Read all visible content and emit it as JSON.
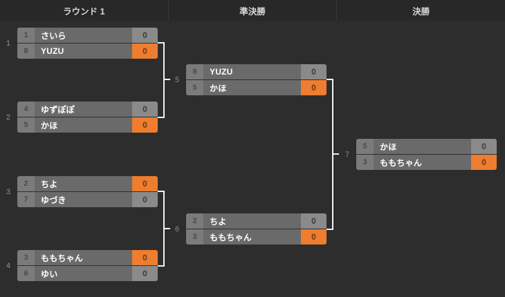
{
  "header": {
    "columns": [
      {
        "label": "ラウンド 1"
      },
      {
        "label": "準決勝"
      },
      {
        "label": "決勝"
      }
    ]
  },
  "colors": {
    "page_bg": "#2d2d2d",
    "header_bg": "#282828",
    "header_text": "#d9d9d9",
    "row_bg": "#6a6a6a",
    "seed_bg": "#7b7b7b",
    "score_bg": "#8a8a8a",
    "win_bg": "#ee7d2f",
    "win_text": "#6b3a10",
    "connector": "#f2f2f2",
    "match_label": "#8f8f8f"
  },
  "matches": [
    {
      "id": "1",
      "round": "ラウンド 1",
      "players": [
        {
          "seed": "1",
          "name": "さいら",
          "score": "0",
          "winner": false
        },
        {
          "seed": "8",
          "name": "YUZU",
          "score": "0",
          "winner": true
        }
      ]
    },
    {
      "id": "2",
      "round": "ラウンド 1",
      "players": [
        {
          "seed": "4",
          "name": "ゆずぽぽ",
          "score": "0",
          "winner": false
        },
        {
          "seed": "5",
          "name": "かほ",
          "score": "0",
          "winner": true
        }
      ]
    },
    {
      "id": "3",
      "round": "ラウンド 1",
      "players": [
        {
          "seed": "2",
          "name": "ちよ",
          "score": "0",
          "winner": true
        },
        {
          "seed": "7",
          "name": "ゆづき",
          "score": "0",
          "winner": false
        }
      ]
    },
    {
      "id": "4",
      "round": "ラウンド 1",
      "players": [
        {
          "seed": "3",
          "name": "ももちゃん",
          "score": "0",
          "winner": true
        },
        {
          "seed": "6",
          "name": "ゆい",
          "score": "0",
          "winner": false
        }
      ]
    },
    {
      "id": "5",
      "round": "準決勝",
      "players": [
        {
          "seed": "8",
          "name": "YUZU",
          "score": "0",
          "winner": false
        },
        {
          "seed": "5",
          "name": "かほ",
          "score": "0",
          "winner": true
        }
      ]
    },
    {
      "id": "6",
      "round": "準決勝",
      "players": [
        {
          "seed": "2",
          "name": "ちよ",
          "score": "0",
          "winner": false
        },
        {
          "seed": "3",
          "name": "ももちゃん",
          "score": "0",
          "winner": true
        }
      ]
    },
    {
      "id": "7",
      "round": "決勝",
      "players": [
        {
          "seed": "5",
          "name": "かほ",
          "score": "0",
          "winner": false
        },
        {
          "seed": "3",
          "name": "ももちゃん",
          "score": "0",
          "winner": true
        }
      ]
    }
  ]
}
